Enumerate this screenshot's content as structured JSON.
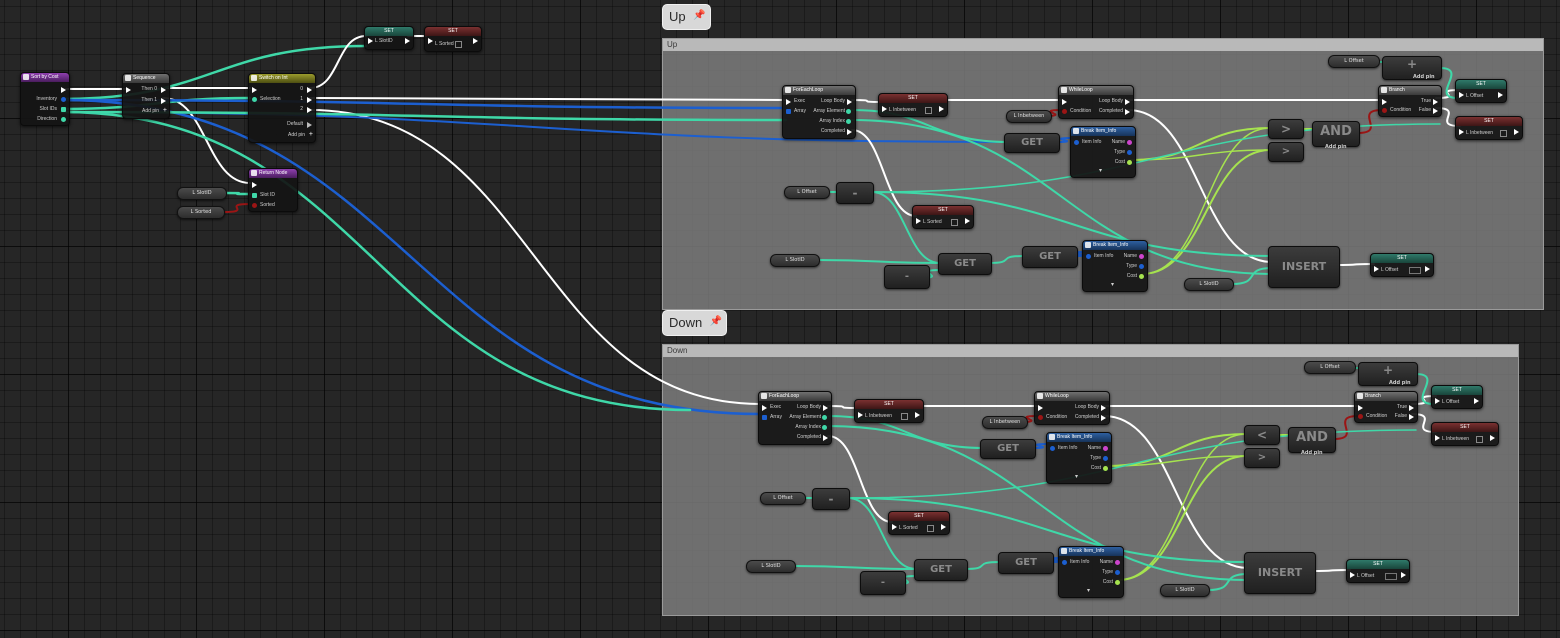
{
  "comments": {
    "up": {
      "bubble": "Up",
      "bar": "Up"
    },
    "down": {
      "bubble": "Down",
      "bar": "Down"
    }
  },
  "event": {
    "title": "Sort by Cost",
    "inputs": [
      "Inventory",
      "Slot IDs",
      "Direction"
    ]
  },
  "sequence": {
    "title": "Sequence",
    "outputs": [
      "Then 0",
      "Then 1"
    ],
    "add": "Add pin"
  },
  "switch": {
    "title": "Switch on Int",
    "input": "Selection",
    "outputs": [
      "0",
      "1",
      "2"
    ],
    "default": "Default",
    "add": "Add pin"
  },
  "returnnode": {
    "title": "Return Node",
    "inputs": [
      "Slot ID",
      "Sorted"
    ]
  },
  "set_top1": {
    "title": "SET",
    "var": "L SlotID"
  },
  "set_top2": {
    "title": "SET",
    "var": "L Sorted"
  },
  "vars_left": {
    "slotid": "L SlotID",
    "sorted": "L Sorted"
  },
  "foreach": {
    "title": "ForEachLoop",
    "inputs": [
      "Exec",
      "Array"
    ],
    "outputs": [
      "Loop Body",
      "Array Element",
      "Array Index",
      "Completed"
    ]
  },
  "whileloop": {
    "title": "WhileLoop",
    "inputs": [
      "Condition"
    ],
    "outputs": [
      "Loop Body",
      "Completed"
    ]
  },
  "branch": {
    "title": "Branch",
    "inputs": [
      "Condition"
    ],
    "outputs": [
      "True",
      "False"
    ]
  },
  "breakinfo": {
    "title": "Break Item_Info",
    "input": "Item Info",
    "outputs": [
      "Name",
      "Type",
      "Cost"
    ]
  },
  "ops": {
    "get": "GET",
    "insert": "INSERT",
    "and": "AND",
    "gt": ">",
    "lt": "<",
    "ge": ">",
    "le": ">",
    "plus": "+",
    "minus": "-",
    "add_pin": "Add pin"
  },
  "var_names": {
    "offset": "L Offset",
    "slotid": "L SlotID",
    "inbetween": "L Inbetween",
    "sorted": "L Sorted"
  },
  "set_title": "SET",
  "colors": {
    "exec": "#ffffff",
    "int": "#3fd8a8",
    "bool": "#9b1515",
    "struct": "#1c5fd0",
    "float": "#a6e34f",
    "name": "#cc44cc"
  }
}
